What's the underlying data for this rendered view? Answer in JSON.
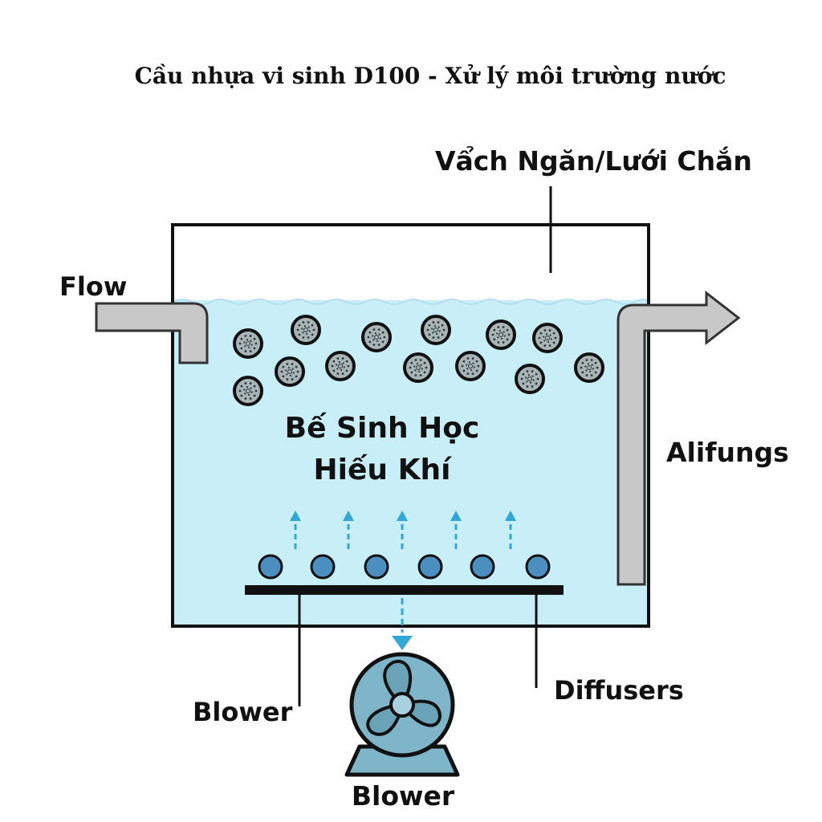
{
  "title": "Cầu nhựa vi sinh D100 - Xử lý môi trường nước",
  "labels": {
    "baffle": "Vẩch Ngăn/Lưới Chắn",
    "flow": "Flow",
    "outlet": "Alifungs",
    "tank_line1": "Bế Sinh Học",
    "tank_line2": "Hiếu Khí",
    "blower_left": "Blower",
    "diffusers": "Diffusers",
    "blower_bottom": "Blower"
  },
  "colors": {
    "water": "#c8eef8",
    "pipe": "#c8c8c8",
    "bubble": "#4a8fc0",
    "arrow": "#2fa8d8",
    "blower": "#7fb5c8",
    "media": "#a9b4b4"
  },
  "media_count": 13,
  "bubble_count": 6
}
